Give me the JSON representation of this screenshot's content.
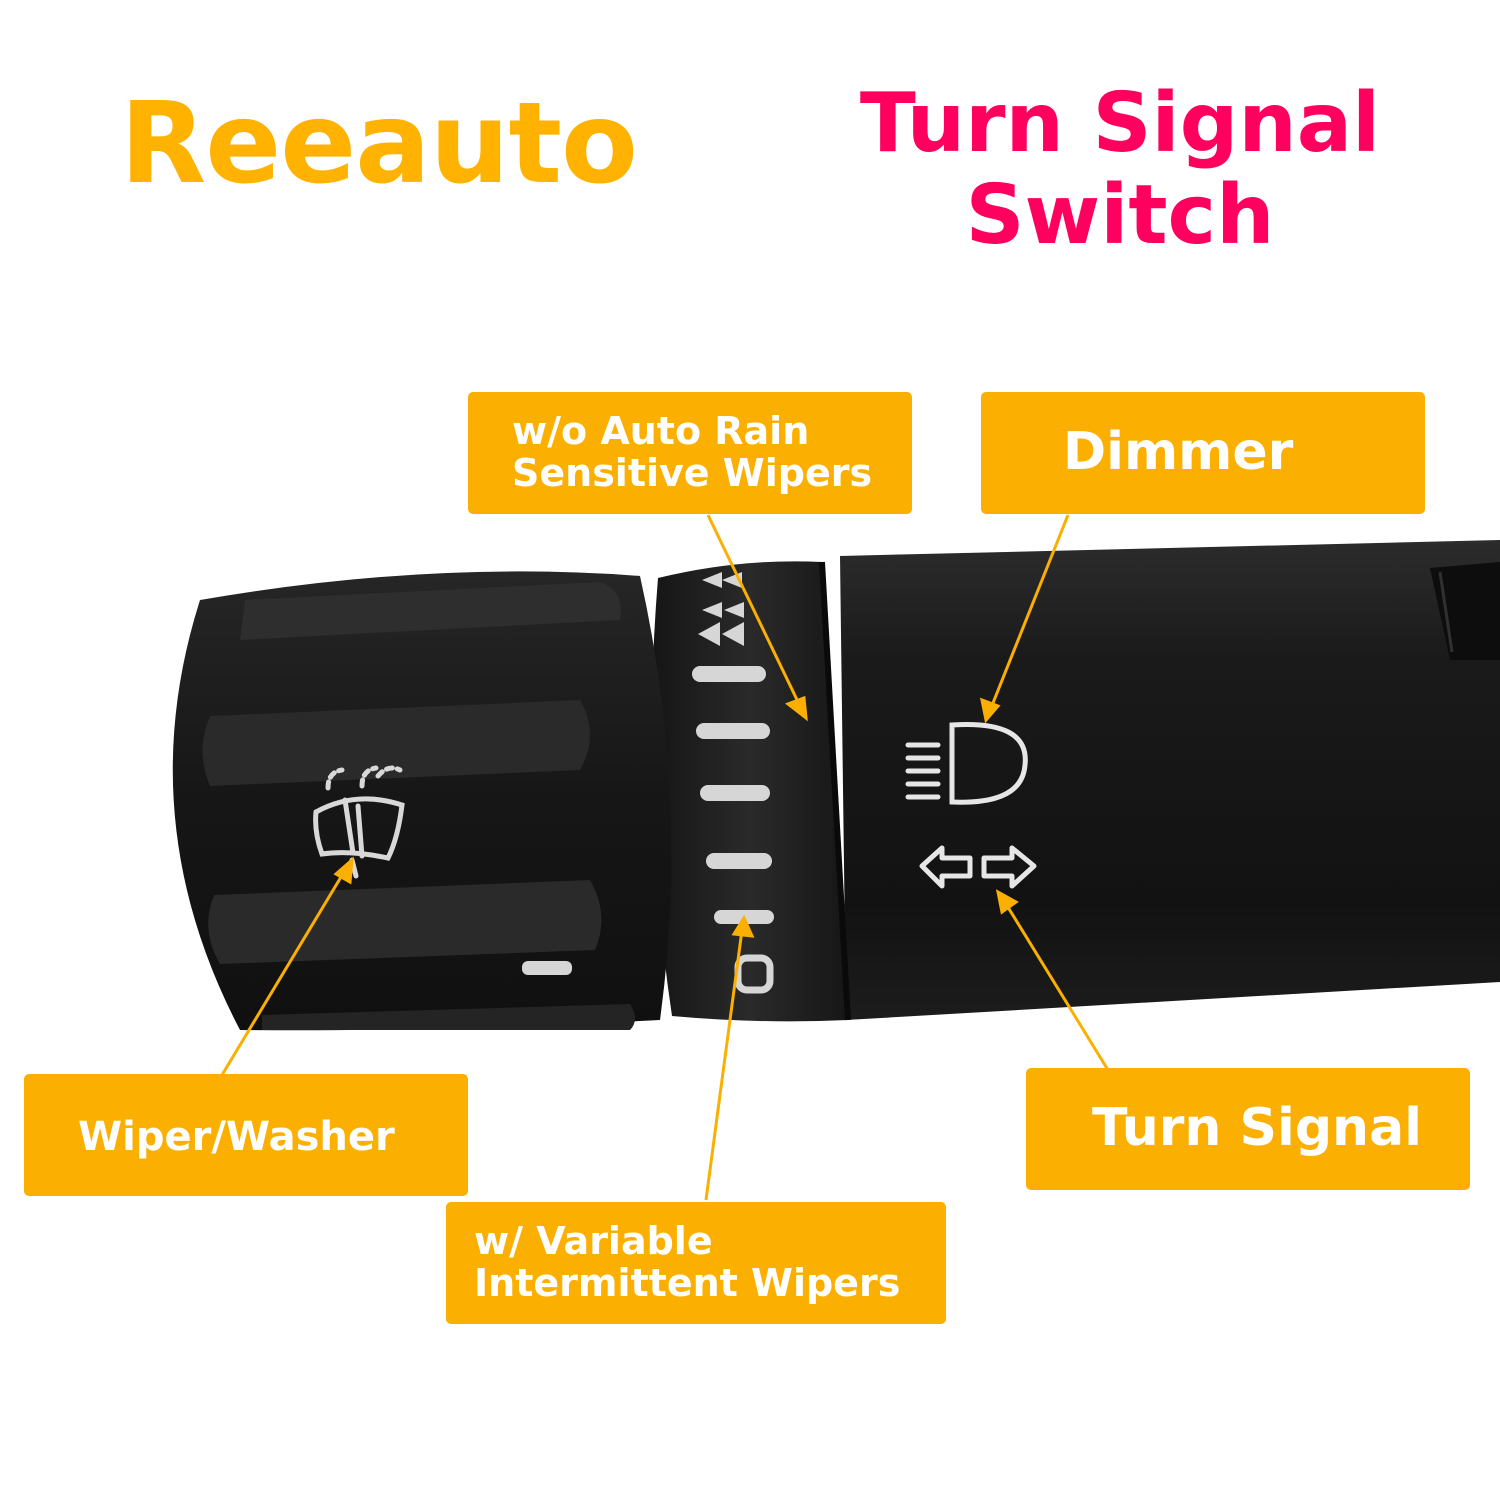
{
  "brand": {
    "name": "Reeauto",
    "color": "#FFB300"
  },
  "title": {
    "lines": [
      "Turn Signal",
      "Switch"
    ],
    "color": "#FF005E"
  },
  "callout_color": "#FBB001",
  "callouts": {
    "rain_sensitive": {
      "lines": [
        "w/o Auto Rain",
        "Sensitive Wipers"
      ]
    },
    "dimmer": {
      "label": "Dimmer"
    },
    "wiper_washer": {
      "label": "Wiper/Washer"
    },
    "variable_intermittent": {
      "lines": [
        "w/ Variable",
        "Intermittent Wipers"
      ]
    },
    "turn_signal": {
      "label": "Turn Signal"
    }
  },
  "icons": [
    "wiper-washer-icon",
    "headlight-dimmer-icon",
    "turn-signal-arrows-icon"
  ]
}
